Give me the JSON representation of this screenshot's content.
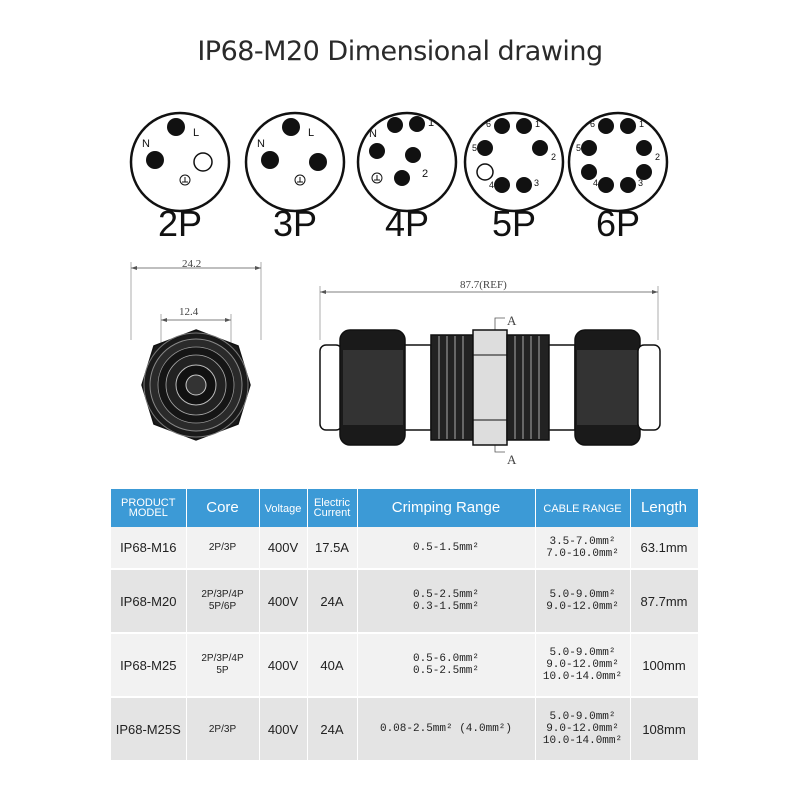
{
  "title": "IP68-M20 Dimensional drawing",
  "pin_configs": [
    {
      "label": "2P",
      "pin_labels": [
        "N",
        "L"
      ]
    },
    {
      "label": "3P",
      "pin_labels": [
        "N",
        "L"
      ]
    },
    {
      "label": "4P",
      "pin_labels": [
        "N",
        "1",
        "2"
      ]
    },
    {
      "label": "5P",
      "pin_labels": [
        "6",
        "1",
        "5",
        "2",
        "4",
        "3"
      ]
    },
    {
      "label": "6P",
      "pin_labels": [
        "6",
        "1",
        "5",
        "2",
        "4",
        "3"
      ]
    }
  ],
  "dimensions": {
    "front_outer": "24.2",
    "front_inner": "12.4",
    "side_length": "87.7(REF)",
    "section_top": "A",
    "section_bottom": "A"
  },
  "table": {
    "headers": {
      "model": "PRODUCT MODEL",
      "core": "Core",
      "voltage": "Voltage",
      "current": "Electric Current",
      "crimp": "Crimping Range",
      "cable": "CABLE RANGE",
      "length": "Length"
    },
    "rows": [
      {
        "model": "IP68-M16",
        "core": "2P/3P",
        "voltage": "400V",
        "current": "17.5A",
        "crimp": "0.5-1.5mm²",
        "cable": "3.5-7.0mm²\n7.0-10.0mm²",
        "length": "63.1mm"
      },
      {
        "model": "IP68-M20",
        "core": "2P/3P/4P\n5P/6P",
        "voltage": "400V",
        "current": "24A",
        "crimp": "0.5-2.5mm²\n0.3-1.5mm²",
        "cable": "5.0-9.0mm²\n9.0-12.0mm²",
        "length": "87.7mm"
      },
      {
        "model": "IP68-M25",
        "core": "2P/3P/4P\n5P",
        "voltage": "400V",
        "current": "40A",
        "crimp": "0.5-6.0mm²\n0.5-2.5mm²",
        "cable": "5.0-9.0mm²\n9.0-12.0mm²\n10.0-14.0mm²",
        "length": "100mm"
      },
      {
        "model": "IP68-M25S",
        "core": "2P/3P",
        "voltage": "400V",
        "current": "24A",
        "crimp": "0.08-2.5mm² (4.0mm²)",
        "cable": "5.0-9.0mm²\n9.0-12.0mm²\n10.0-14.0mm²",
        "length": "108mm"
      }
    ]
  }
}
